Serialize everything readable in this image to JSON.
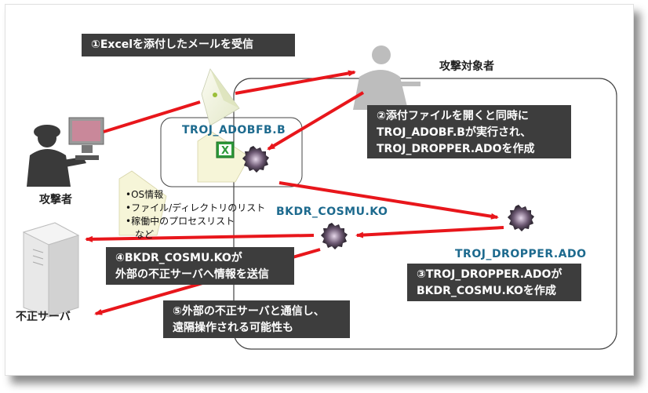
{
  "callouts": {
    "step1": "①Excelを添付したメールを受信",
    "step2": [
      "②添付ファイルを開くと同時に",
      "TROJ_ADOBF.Bが実行され、",
      "TROJ_DROPPER.ADOを作成"
    ],
    "step3": [
      "③TROJ_DROPPER.ADOが",
      "BKDR_COSMU.KOを作成"
    ],
    "step4": [
      "④BKDR_COSMU.KOが",
      "外部の不正サーバへ情報を送信"
    ],
    "step5": [
      "⑤外部の不正サーバと通信し、",
      "遠隔操作される可能性も"
    ]
  },
  "actors": {
    "attacker": "攻撃者",
    "target": "攻撃対象者",
    "server": "不正サーバ"
  },
  "malware": {
    "adobf": "TROJ_ADOBFB.B",
    "bkdr": "BKDR_COSMU.KO",
    "dropper": "TROJ_DROPPER.ADO"
  },
  "stolen_info": [
    "•OS情報",
    "•ファイル/ディレクトリのリスト",
    "•稼働中のプロセスリスト",
    "　など"
  ],
  "colors": {
    "arrow": "#e8161b",
    "callout_bg": "#3d3d3d",
    "malware_label": "#1d6a8e"
  },
  "icons": {
    "email": "email-envelope-icon",
    "excel": "excel-file-icon",
    "malware": "malware-blob-icon",
    "attacker": "attacker-person-icon",
    "target": "target-person-icon",
    "server": "server-icon",
    "document": "document-icon"
  }
}
